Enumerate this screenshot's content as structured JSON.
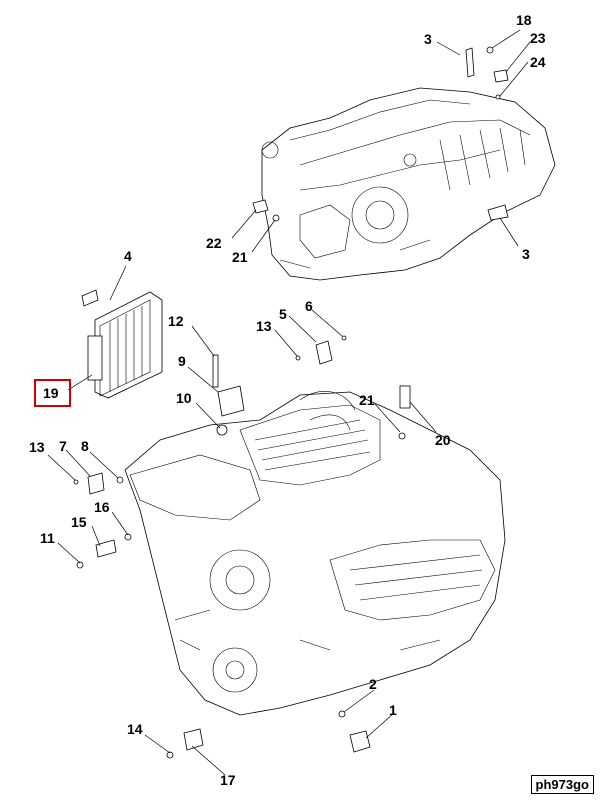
{
  "callouts": {
    "c1": "1",
    "c2": "2",
    "c3a": "3",
    "c3b": "3",
    "c4": "4",
    "c5": "5",
    "c6": "6",
    "c7": "7",
    "c8": "8",
    "c9": "9",
    "c10": "10",
    "c11": "11",
    "c12": "12",
    "c13a": "13",
    "c13b": "13",
    "c14": "14",
    "c15": "15",
    "c16": "16",
    "c17": "17",
    "c18": "18",
    "c19": "19",
    "c20": "20",
    "c21a": "21",
    "c21b": "21",
    "c22": "22",
    "c23": "23",
    "c24": "24"
  },
  "highlighted_callout": "19",
  "highlight_color": "#d40000",
  "figure_reference": "ph973go"
}
